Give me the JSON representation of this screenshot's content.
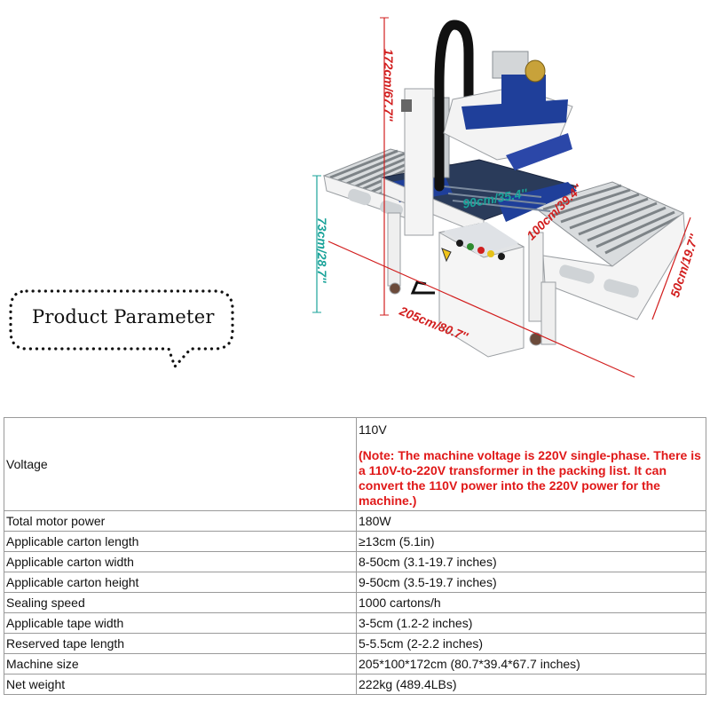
{
  "badge": {
    "label": "Product Parameter"
  },
  "dimensions": {
    "height": "172cm/67.7''",
    "table_height": "73cm/28.7''",
    "length": "205cm/80.7''",
    "width_right": "50cm/19.7''",
    "inner_width": "90cm/35.4''",
    "inner_depth": "100cm/39.4''"
  },
  "colors": {
    "note_red": "#e01818",
    "dim_red": "#d21f1f",
    "dim_teal": "#1aa39a",
    "frame_blue": "#1f3f9a"
  },
  "specs": {
    "voltage": {
      "label": "Voltage",
      "value": "110V",
      "note": "(Note: The machine voltage is 220V single-phase. There is a 110V-to-220V transformer in the packing list. It can convert the 110V power into the 220V power for the machine.)"
    },
    "rows": [
      {
        "label": "Total motor power",
        "value": "180W"
      },
      {
        "label": "Applicable carton length",
        "value": "≥13cm (5.1in)"
      },
      {
        "label": "Applicable carton width",
        "value": "8-50cm (3.1-19.7 inches)"
      },
      {
        "label": "Applicable carton height",
        "value": "9-50cm (3.5-19.7 inches)"
      },
      {
        "label": "Sealing speed",
        "value": "1000 cartons/h"
      },
      {
        "label": "Applicable tape width",
        "value": "3-5cm (1.2-2 inches)"
      },
      {
        "label": "Reserved tape length",
        "value": "5-5.5cm (2-2.2 inches)"
      },
      {
        "label": "Machine size",
        "value": "205*100*172cm (80.7*39.4*67.7 inches)"
      },
      {
        "label": "Net weight",
        "value": "222kg (489.4LBs)"
      }
    ]
  }
}
